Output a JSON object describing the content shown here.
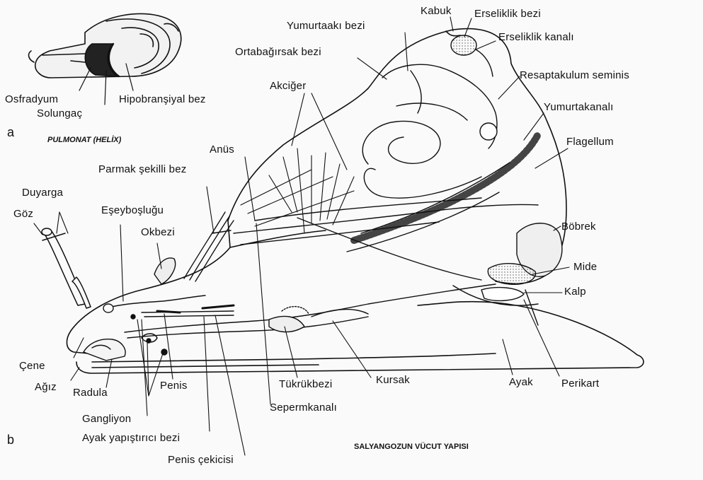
{
  "panel_a": {
    "letter": "a",
    "caption": "PULMONAT (HELİX)",
    "labels": {
      "osfradyum": "Osfradyum",
      "solungac": "Solungaç",
      "hipobransiyal": "Hipobranşiyal bez"
    }
  },
  "panel_b": {
    "letter": "b",
    "caption": "SALYANGOZUN VÜCUT YAPISI",
    "labels": {
      "kabuk": "Kabuk",
      "erseliklik_bezi": "Erseliklik bezi",
      "yumurtaaki_bezi": "Yumurtaakı bezi",
      "erseliklik_kanali": "Erseliklik kanalı",
      "ortabagirsak_bezi": "Ortabağırsak bezi",
      "resaptakulum": "Resaptakulum seminis",
      "akciger": "Akciğer",
      "yumurtakanali": "Yumurtakanalı",
      "anus": "Anüs",
      "flagellum": "Flagellum",
      "parmak_sekilli_bez": "Parmak şekilli bez",
      "duyarga": "Duyarga",
      "goz": "Göz",
      "eseyboslugu": "Eşeyboşluğu",
      "okbezi": "Okbezi",
      "bobrek": "Böbrek",
      "mide": "Mide",
      "kalp": "Kalp",
      "cene": "Çene",
      "agiz": "Ağız",
      "radula": "Radula",
      "penis": "Penis",
      "tukrukbezi": "Tükrükbezi",
      "kursak": "Kursak",
      "ayak": "Ayak",
      "perikart": "Perikart",
      "sepermkanali": "Sepermkanalı",
      "gangliyon": "Gangliyon",
      "ayak_yapistirici_bezi": "Ayak yapıştırıcı bezi",
      "penis_cekicisi": "Penis çekicisi"
    }
  }
}
